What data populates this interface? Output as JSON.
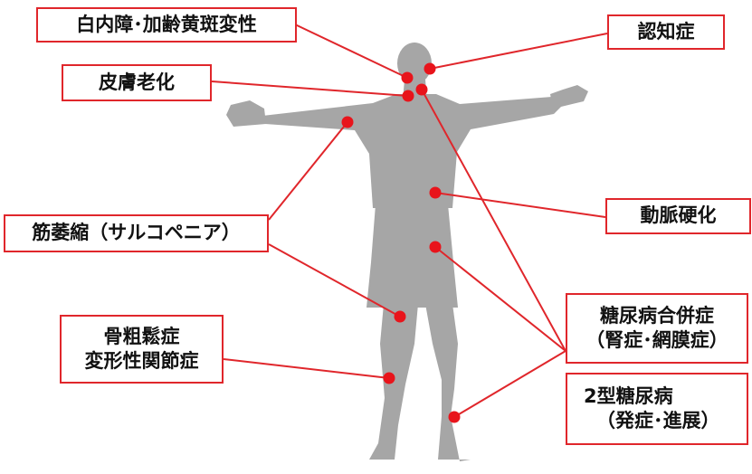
{
  "colors": {
    "accent": "#e0262b",
    "silhouette": "#a6a6a6",
    "text": "#111111"
  },
  "labels": {
    "cataract": "白内障･加齢黄斑変性",
    "dementia": "認知症",
    "skin_aging": "皮膚老化",
    "sarcopenia": "筋萎縮（サルコペニア）",
    "arteriosclerosis": "動脈硬化",
    "complications_line1": "糖尿病合併症",
    "complications_line2": "（腎症･網膜症）",
    "osteoporosis_line1": "骨粗鬆症",
    "osteoporosis_line2": "変形性関節症",
    "diabetes_line1": "2型糖尿病",
    "diabetes_line2": "（発症･進展）"
  }
}
